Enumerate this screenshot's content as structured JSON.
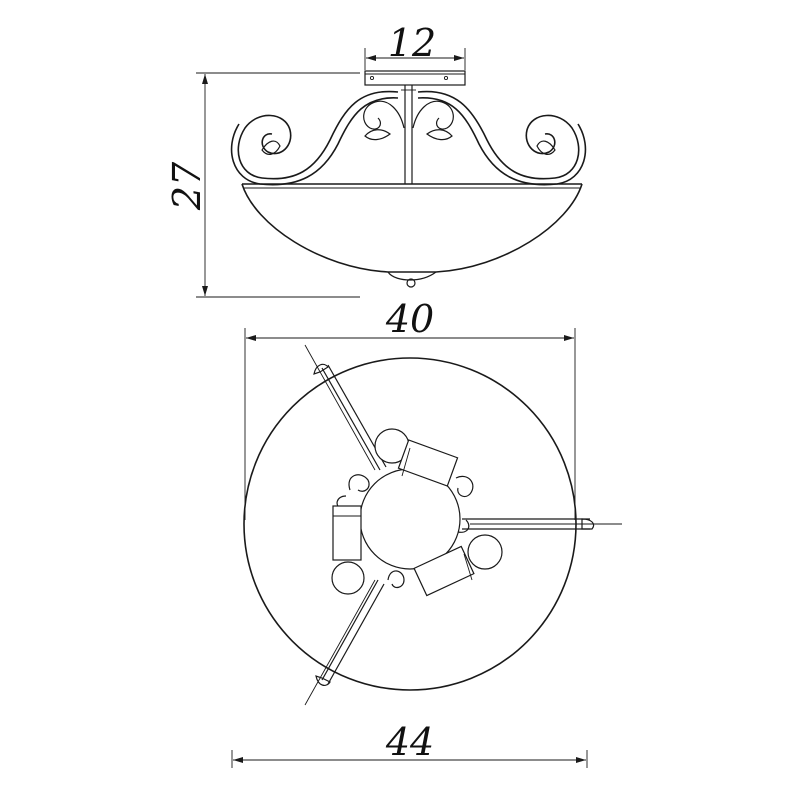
{
  "drawing": {
    "dimensions": {
      "canopy_width": "12",
      "height": "27",
      "bowl_diameter": "40",
      "overall_width": "44"
    }
  }
}
